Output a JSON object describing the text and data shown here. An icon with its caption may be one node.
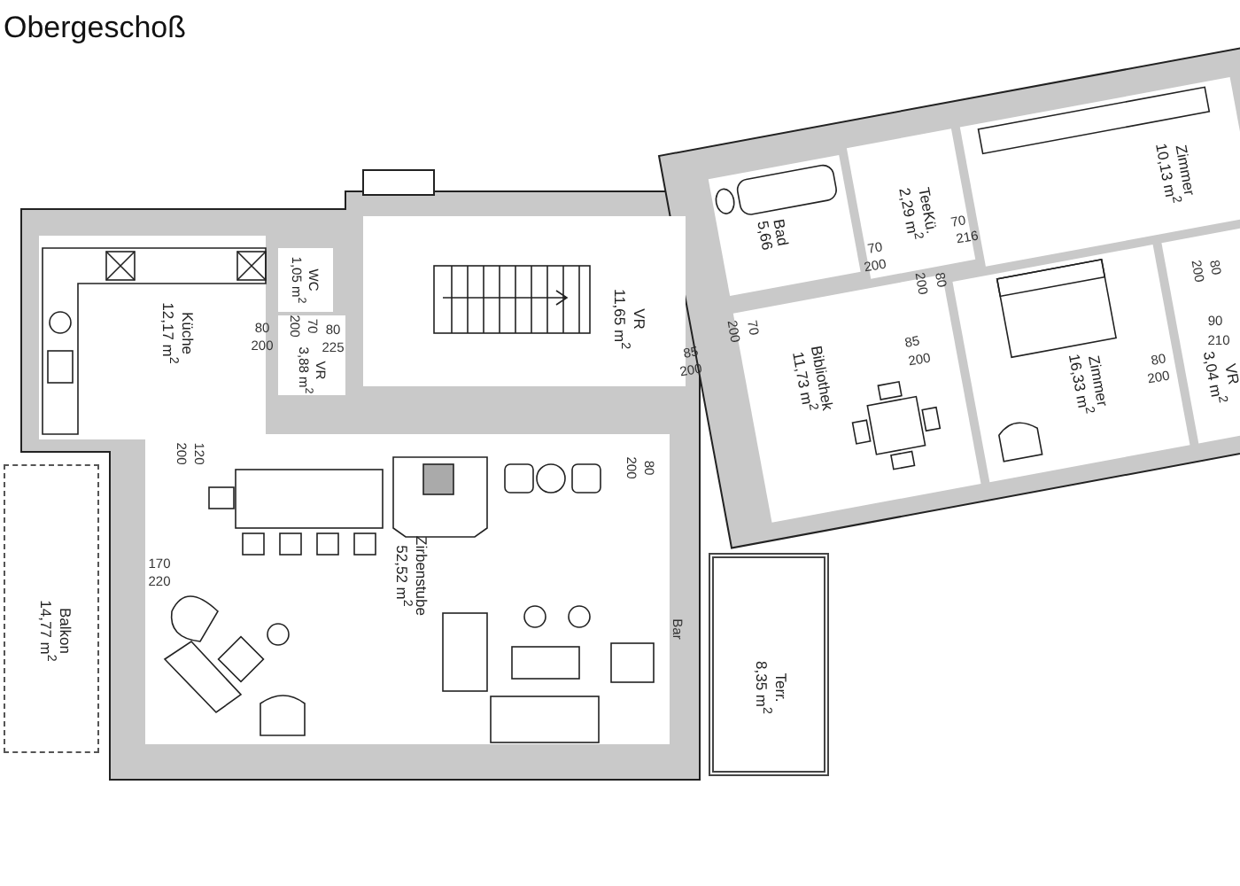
{
  "diagram": {
    "title": "Obergeschoß",
    "nodes": [
      {
        "text": [
          "Küche",
          "12,17 m$^{2}$"
        ]
      },
      {
        "text": [
          "WC",
          "1,05 m$^{2}$"
        ]
      },
      {
        "text": [
          "VR",
          "3,88 m$^{2}$"
        ]
      },
      {
        "text": [
          "VR",
          "11,65 m$^{2}$"
        ]
      },
      {
        "text": [
          "Zirbenstube",
          "52,52 m$^{2}$"
        ]
      },
      {
        "text": [
          "Balkon",
          "14,77 m$^{2}$"
        ]
      },
      {
        "text": [
          "Bad",
          "5,66"
        ]
      },
      {
        "text": [
          "TeeKü.",
          "2,29 m$^{2}$"
        ]
      },
      {
        "text": [
          "Zimmer",
          "10,13 m$^{2}$"
        ]
      },
      {
        "text": [
          "Bibliothek",
          "11,73 m$^{2}$"
        ]
      },
      {
        "text": [
          "Zimmer",
          "16,33 m$^{2}$"
        ]
      },
      {
        "text": [
          "VR",
          "3,04 m$^{2}$"
        ]
      },
      {
        "text": [
          "Terr.",
          "8,35 m$^{2}$"
        ]
      }
    ],
    "labels": [
      "80",
      "200",
      "70",
      "200",
      "80",
      "225",
      "120",
      "200",
      "170",
      "220",
      "200",
      "80",
      "Bar",
      "70",
      "200",
      "85",
      "200",
      "70",
      "200",
      "80",
      "200",
      "70",
      "216",
      "85",
      "200",
      "80",
      "200",
      "90",
      "210",
      "80",
      "200"
    ]
  }
}
